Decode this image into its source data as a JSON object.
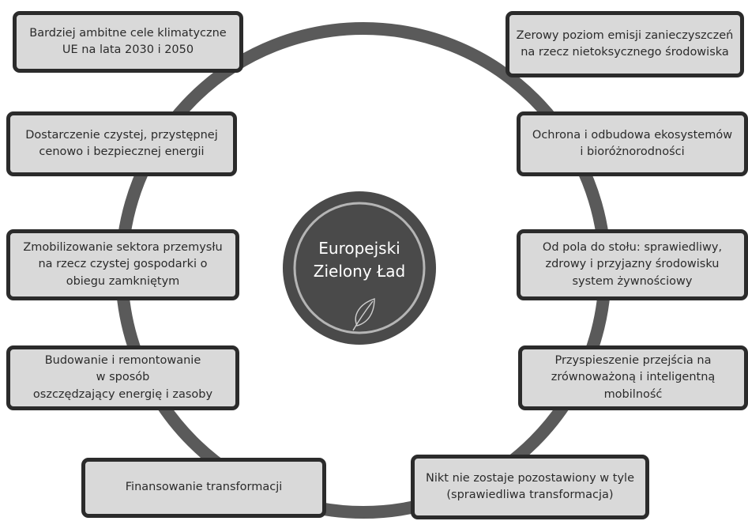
{
  "center": {
    "title": "Europejski\nZielony Ład"
  },
  "icons": {
    "center": "leaf-icon"
  },
  "colors": {
    "ring": "#5a5a5a",
    "center_fill": "#4a4a4a",
    "center_ring": "#3d3d3d",
    "box_fill": "#d9d9d9",
    "box_border": "#2b2b2b"
  },
  "boxes": [
    {
      "id": "climate",
      "text": "Bardziej ambitne cele klimatyczne\nUE na lata 2030 i 2050"
    },
    {
      "id": "zero-pollution",
      "text": "Zerowy poziom emisji zanieczyszczeń\nna rzecz nietoksycznego środowiska"
    },
    {
      "id": "energy",
      "text": "Dostarczenie czystej, przystępnej\ncenowo i bezpiecznej energii"
    },
    {
      "id": "ecosystems",
      "text": "Ochrona i odbudowa ekosystemów\ni bioróżnorodności"
    },
    {
      "id": "industry",
      "text": "Zmobilizowanie sektora przemysłu\nna rzecz czystej gospodarki o\nobiegu zamkniętym"
    },
    {
      "id": "farm-to-fork",
      "text": "Od pola do stołu: sprawiedliwy,\nzdrowy i przyjazny środowisku\nsystem żywnościowy"
    },
    {
      "id": "buildings",
      "text": "Budowanie i remontowanie\nw sposób\noszczędzający energię i zasoby"
    },
    {
      "id": "mobility",
      "text": "Przyspieszenie przejścia na\nzrównoważoną i inteligentną mobilność"
    },
    {
      "id": "financing",
      "text": "Finansowanie transformacji"
    },
    {
      "id": "just-transition",
      "text": "Nikt nie zostaje pozostawiony w tyle\n(sprawiedliwa transformacja)"
    }
  ]
}
